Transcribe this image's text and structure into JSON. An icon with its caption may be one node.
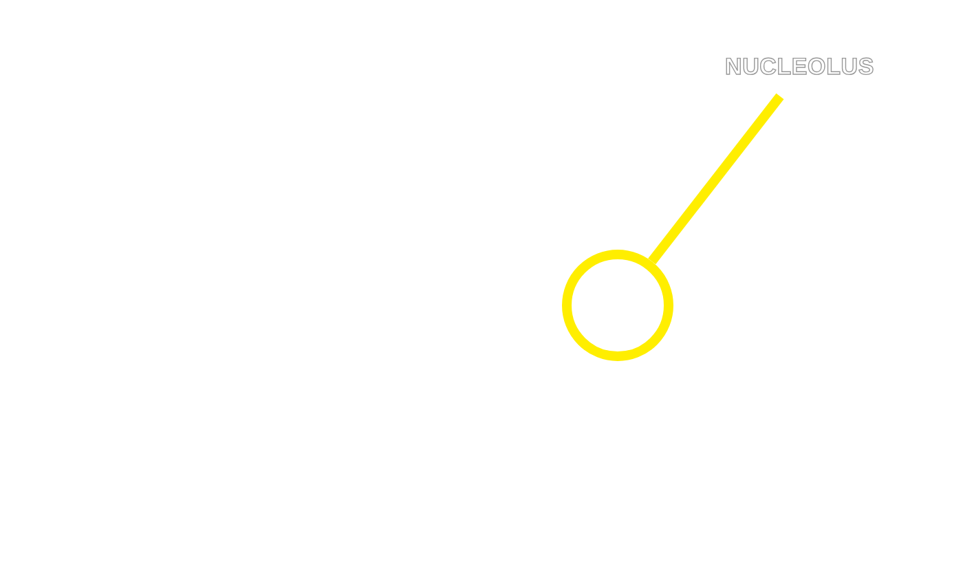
{
  "diagram": {
    "nodes": [
      {
        "text": [
          "NUCLEOLUS"
        ]
      },
      {
        "text": [],
        "shape": "circle"
      }
    ],
    "edges": [
      {
        "from": 0,
        "to": 1,
        "arrow": "none",
        "color": "#ffee00"
      }
    ]
  }
}
